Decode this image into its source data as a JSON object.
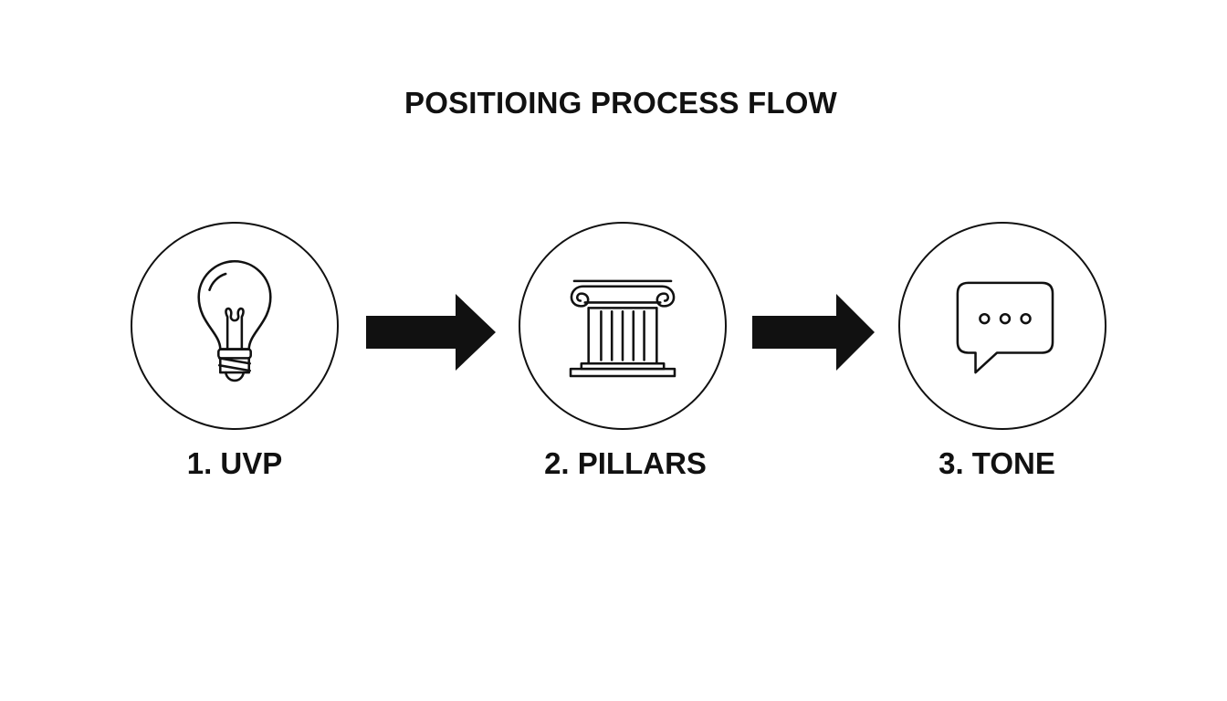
{
  "diagram": {
    "title": "POSITIOING PROCESS FLOW",
    "steps": [
      {
        "label": "1. UVP",
        "icon": "lightbulb-icon"
      },
      {
        "label": "2. PILLARS",
        "icon": "pillar-icon"
      },
      {
        "label": "3. TONE",
        "icon": "speech-bubble-icon"
      }
    ],
    "colors": {
      "stroke": "#111111",
      "background": "#ffffff"
    }
  }
}
